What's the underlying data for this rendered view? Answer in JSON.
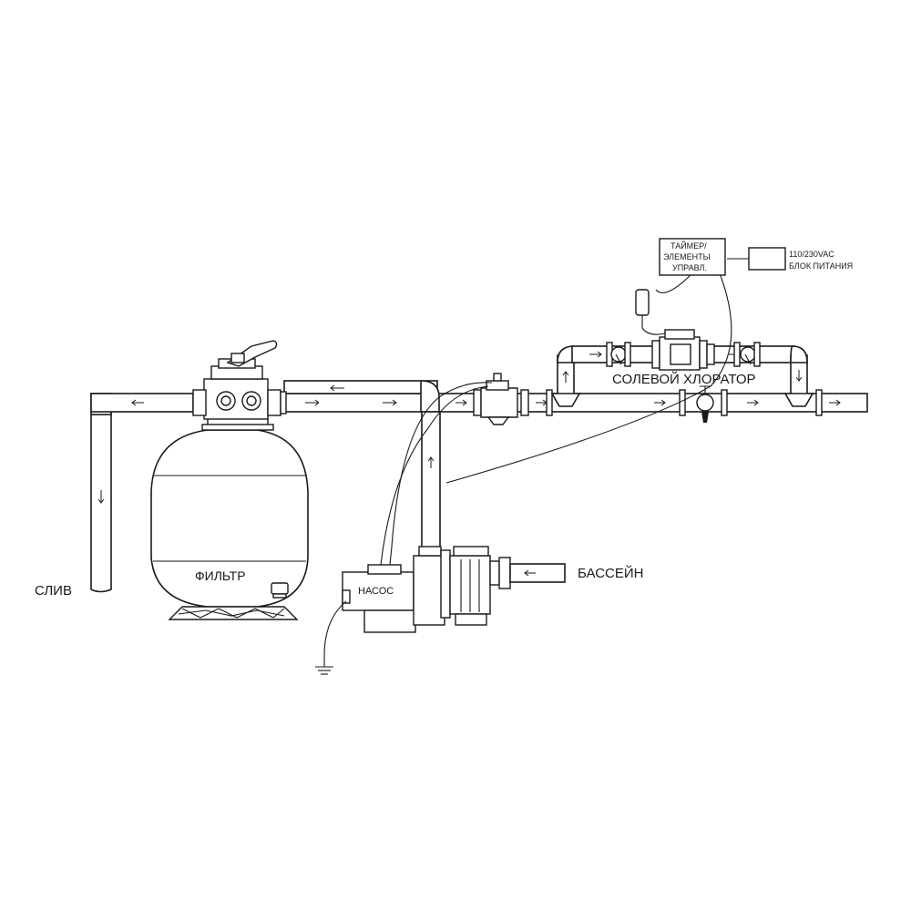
{
  "labels": {
    "drain": "СЛИВ",
    "filter": "ФИЛЬТР",
    "pump": "НАСОС",
    "pool": "БАССЕЙН",
    "chlorinator": "СОЛЕВОЙ ХЛОРАТОР",
    "timer_line1": "ТАЙМЕР/",
    "timer_line2": "ЭЛЕМЕНТЫ",
    "timer_line3": "УПРАВЛ.",
    "power_line1": "110/230VAC",
    "power_line2": "БЛОК ПИТАНИЯ"
  },
  "colors": {
    "ink": "#1a1a1a",
    "paper": "#ffffff"
  }
}
